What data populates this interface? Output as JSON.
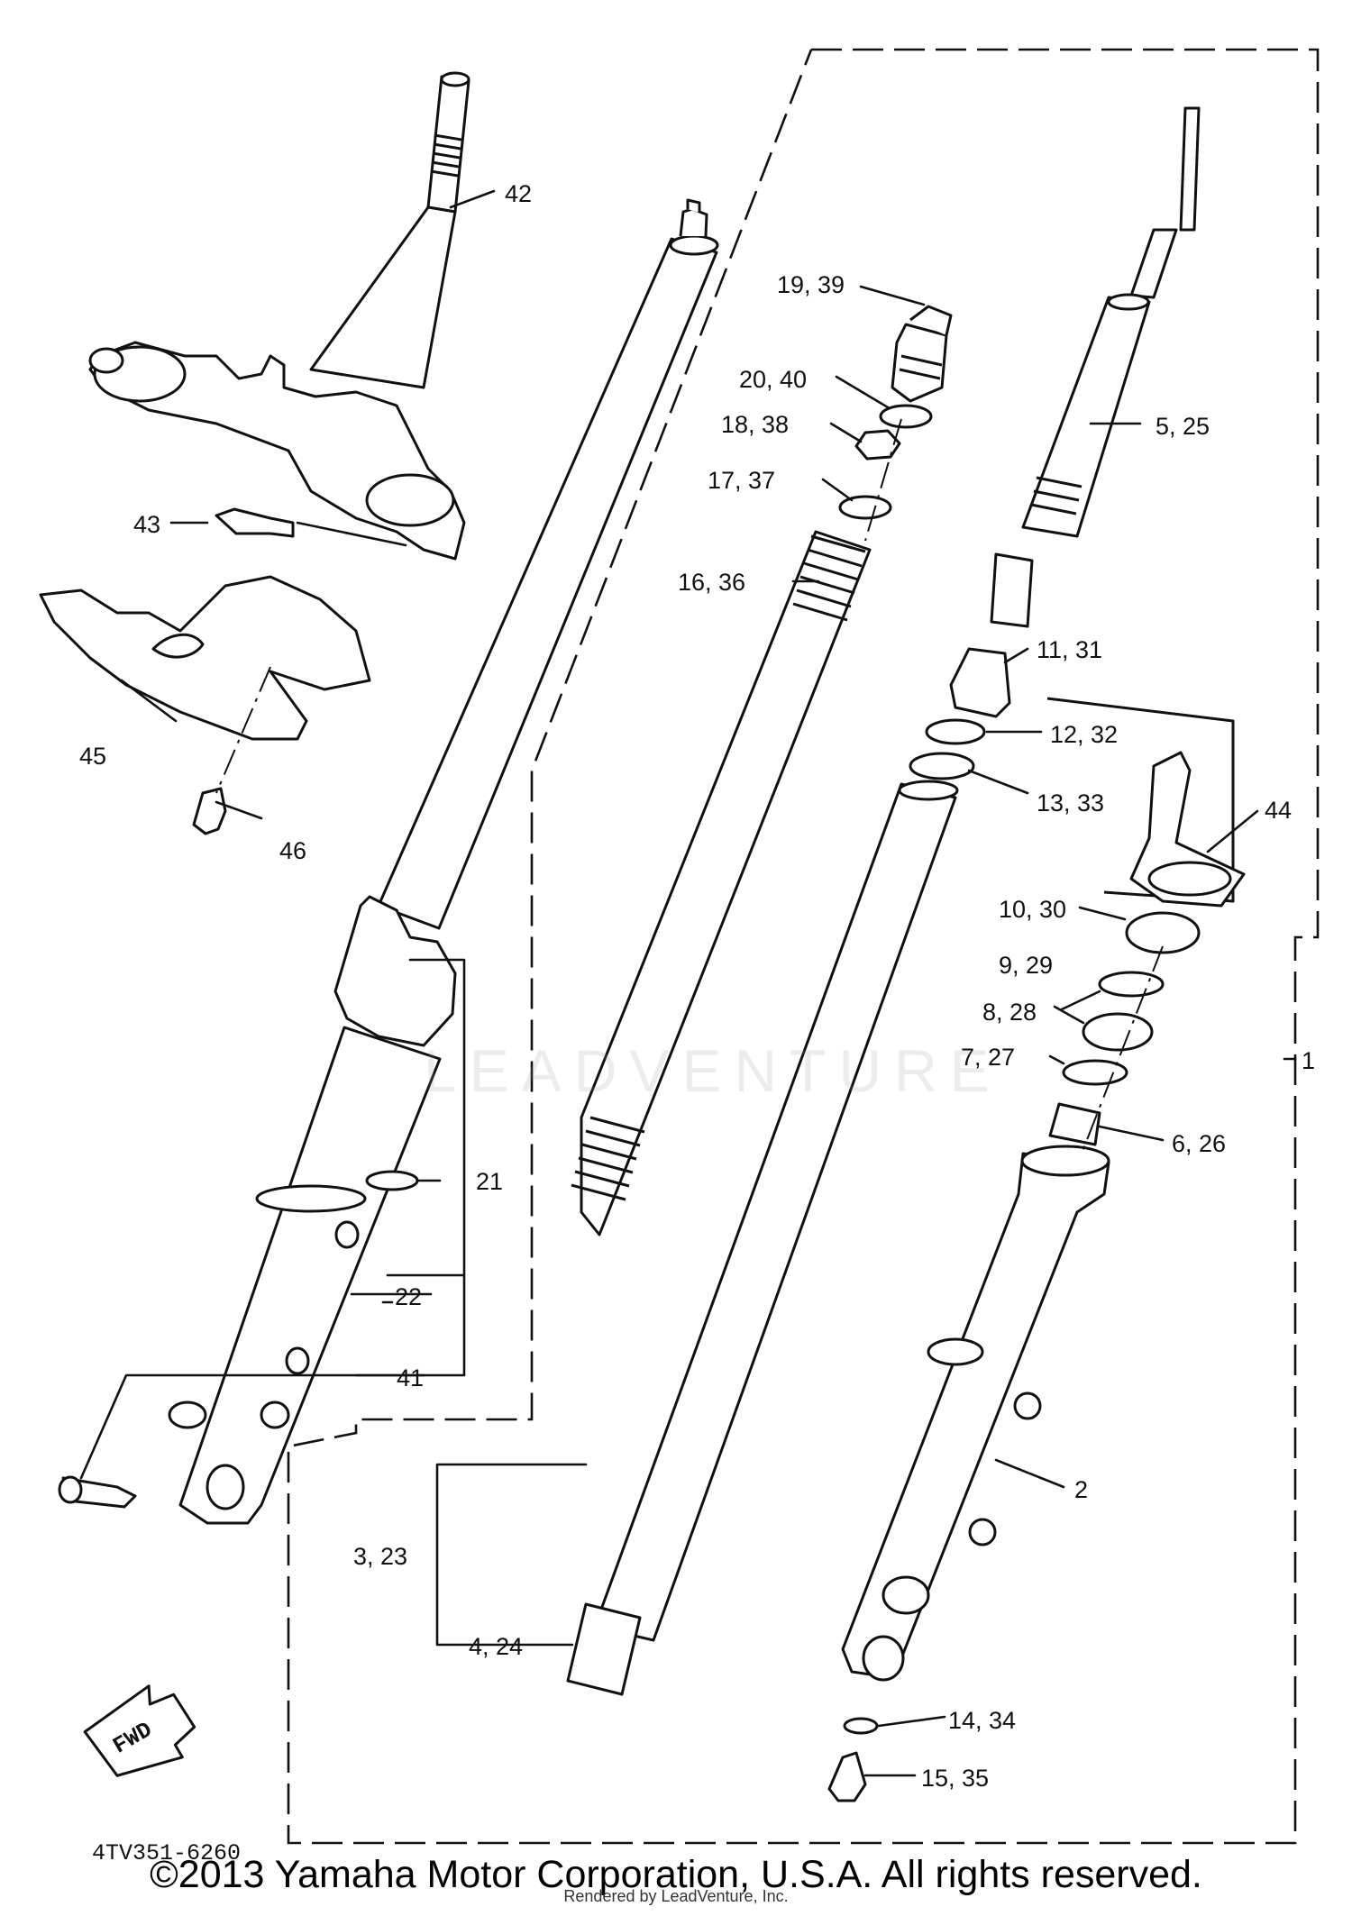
{
  "diagram": {
    "diagram_code": "4TV351-6260",
    "copyright": "©2013 Yamaha Motor Corporation, U.S.A. All rights reserved.",
    "rendered_by": "Rendered by LeadVenture, Inc.",
    "watermark": "LEADVENTURE",
    "fwd_label": "FWD",
    "callouts": {
      "c1": "1",
      "c2": "2",
      "c3": "3, 23",
      "c4": "4, 24",
      "c5": "5, 25",
      "c6": "6, 26",
      "c7": "7, 27",
      "c8": "8, 28",
      "c9": "9, 29",
      "c10": "10, 30",
      "c11": "11, 31",
      "c12": "12, 32",
      "c13": "13, 33",
      "c14": "14, 34",
      "c15": "15, 35",
      "c16": "16, 36",
      "c17": "17, 37",
      "c18": "18, 38",
      "c19": "19, 39",
      "c20": "20, 40",
      "c21": "21",
      "c22": "22",
      "c41": "41",
      "c42": "42",
      "c43": "43",
      "c44": "44",
      "c45": "45",
      "c46": "46"
    }
  }
}
